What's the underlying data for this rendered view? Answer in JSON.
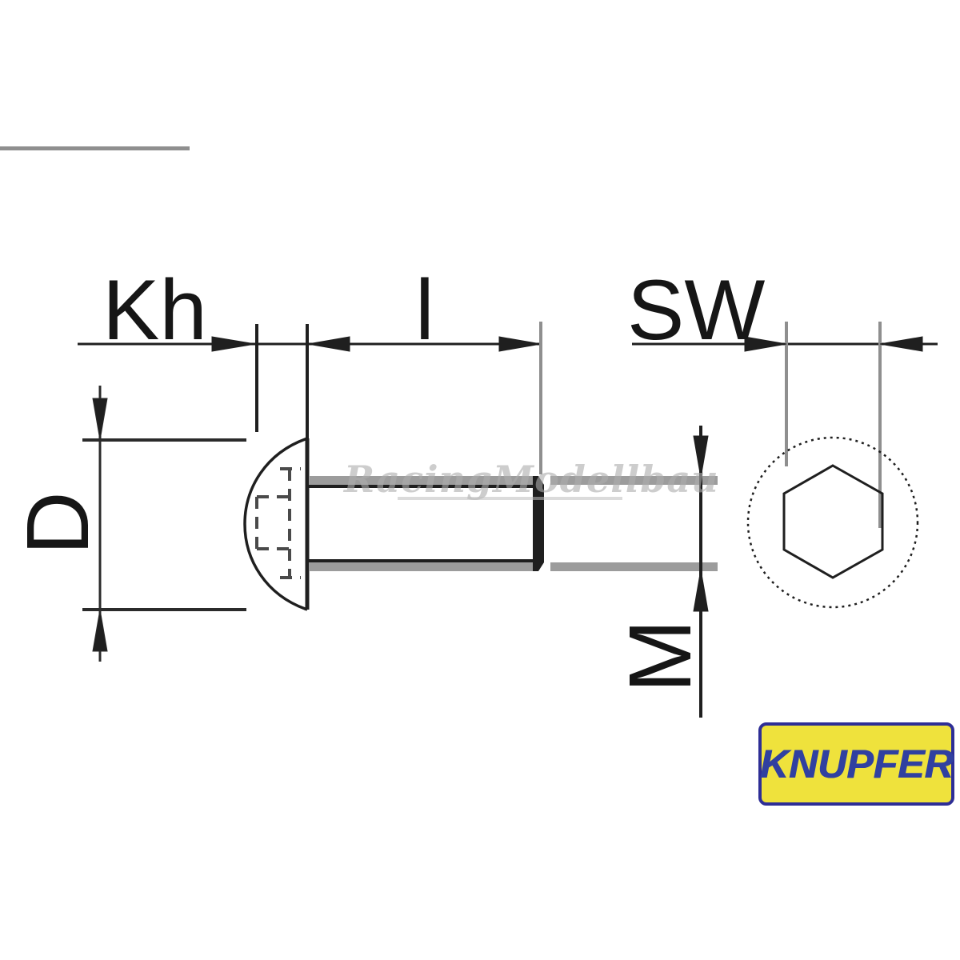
{
  "drawing": {
    "type": "technical-drawing-button-head-socket-screw",
    "labels": {
      "head_height": "Kh",
      "length": "l",
      "wrench_size": "SW",
      "head_diameter": "D",
      "thread_diameter": "M"
    }
  },
  "watermark": {
    "text": "RacingModellbau"
  },
  "logo": {
    "text": "KNUPFER",
    "background": "#efe23c",
    "border_color": "#2e2e96",
    "text_color": "#3040a0"
  },
  "colors": {
    "line": "#1f1f1f",
    "extension_gray": "#8f8f8f",
    "thread_gray": "#9c9c9c",
    "hidden_line": "#4a4a4a",
    "top_bar": "#8f8f8f"
  }
}
